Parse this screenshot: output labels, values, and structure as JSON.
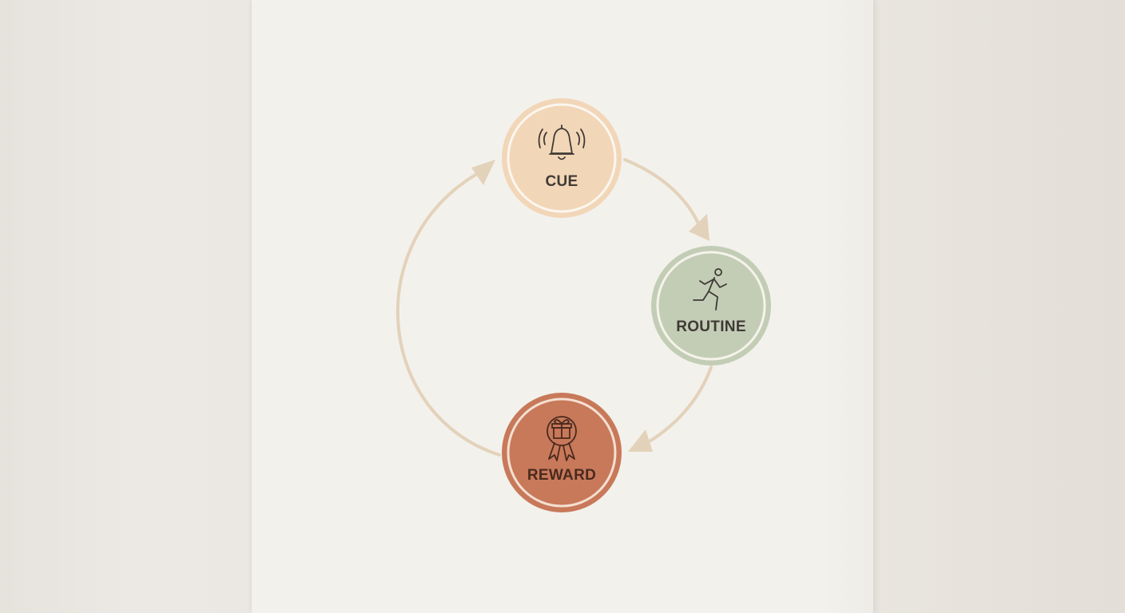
{
  "nodes": {
    "cue": {
      "label": "CUE",
      "icon": "bell-icon",
      "fill": "#f2d6b8",
      "text_color": "#3f3a34"
    },
    "routine": {
      "label": "ROUTINE",
      "icon": "running-person-icon",
      "fill": "#c3cdb6",
      "text_color": "#3f3a34"
    },
    "reward": {
      "label": "REWARD",
      "icon": "gift-badge-icon",
      "fill": "#c8795a",
      "text_color": "#4a2a1e"
    }
  },
  "colors": {
    "arrow": "#e3d2ba",
    "ring": "#fbf6ef",
    "paper": "#f3f1ec"
  }
}
